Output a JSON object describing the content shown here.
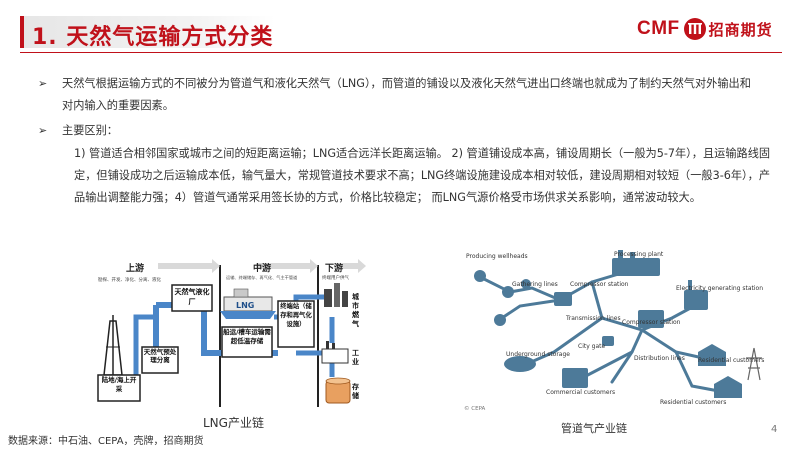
{
  "header": {
    "title": "1. 天然气运输方式分类",
    "logo_latin": "CMF",
    "logo_cn": "招商期货"
  },
  "bullets": {
    "marker": "➢",
    "para1": "天然气根据运输方式的不同被分为管道气和液化天然气（LNG），而管道的铺设以及液化天然气进出口终端也就成为了制约天然气对外输出和对内输入的重要因素。",
    "para2": "主要区别：",
    "para3": "1) 管道适合相邻国家或城市之间的短距离运输；LNG适合远洋长距离运输。 2) 管道铺设成本高，铺设周期长（一般为5-7年），且运输路线固定，但铺设成功之后运输成本低，输气量大，常规管道技术要求不高；LNG终端设施建设成本相对较低，建设周期相对较短（一般3-6年），产品输出调整能力强；4）管道气通常采用签长协的方式，价格比较稳定； 而LNG气源价格受市场供求关系影响，通常波动较大。"
  },
  "lng_diagram": {
    "upstream": "上游",
    "upstream_sub": "勘探、开发、净化、分离、液化",
    "midstream": "中游",
    "midstream_sub": "运输、终端储存、再气化、气主干管道",
    "downstream": "下游",
    "downstream_sub": "终端用户供气",
    "box_liquefaction": "天然气液化厂",
    "box_pretreat": "天然气预处理分离",
    "box_mining": "陆地/海上开采",
    "ship_label": "LNG",
    "box_transport": "船运/槽车运输需超低温存储",
    "box_terminal": "终端站（储存和再气化设施）",
    "right_labels": [
      "城市燃气",
      "工业",
      "存储"
    ],
    "caption": "LNG产业链"
  },
  "gas_diagram": {
    "labels": {
      "producing": "Producing wellheads",
      "processing": "Processing plant",
      "gathering": "Gathering lines",
      "compressor1": "Compressor station",
      "electricity": "Electricity generating station",
      "transmission": "Transmission lines",
      "compressor2": "Compressor station",
      "underground": "Underground storage",
      "citygate": "City gate",
      "distribution": "Distribution lines",
      "residential1": "Residential customers",
      "commercial": "Commercial customers",
      "residential2": "Residential customers",
      "copyright": "© CEPA"
    },
    "caption": "管道气产业链"
  },
  "footer": {
    "source": "数据来源：中石油、CEPA，壳牌，招商期货",
    "page": "4"
  },
  "colors": {
    "brand_red": "#c0111a",
    "pipe_blue": "#4a86c8",
    "map_blue": "#4d7a99"
  }
}
